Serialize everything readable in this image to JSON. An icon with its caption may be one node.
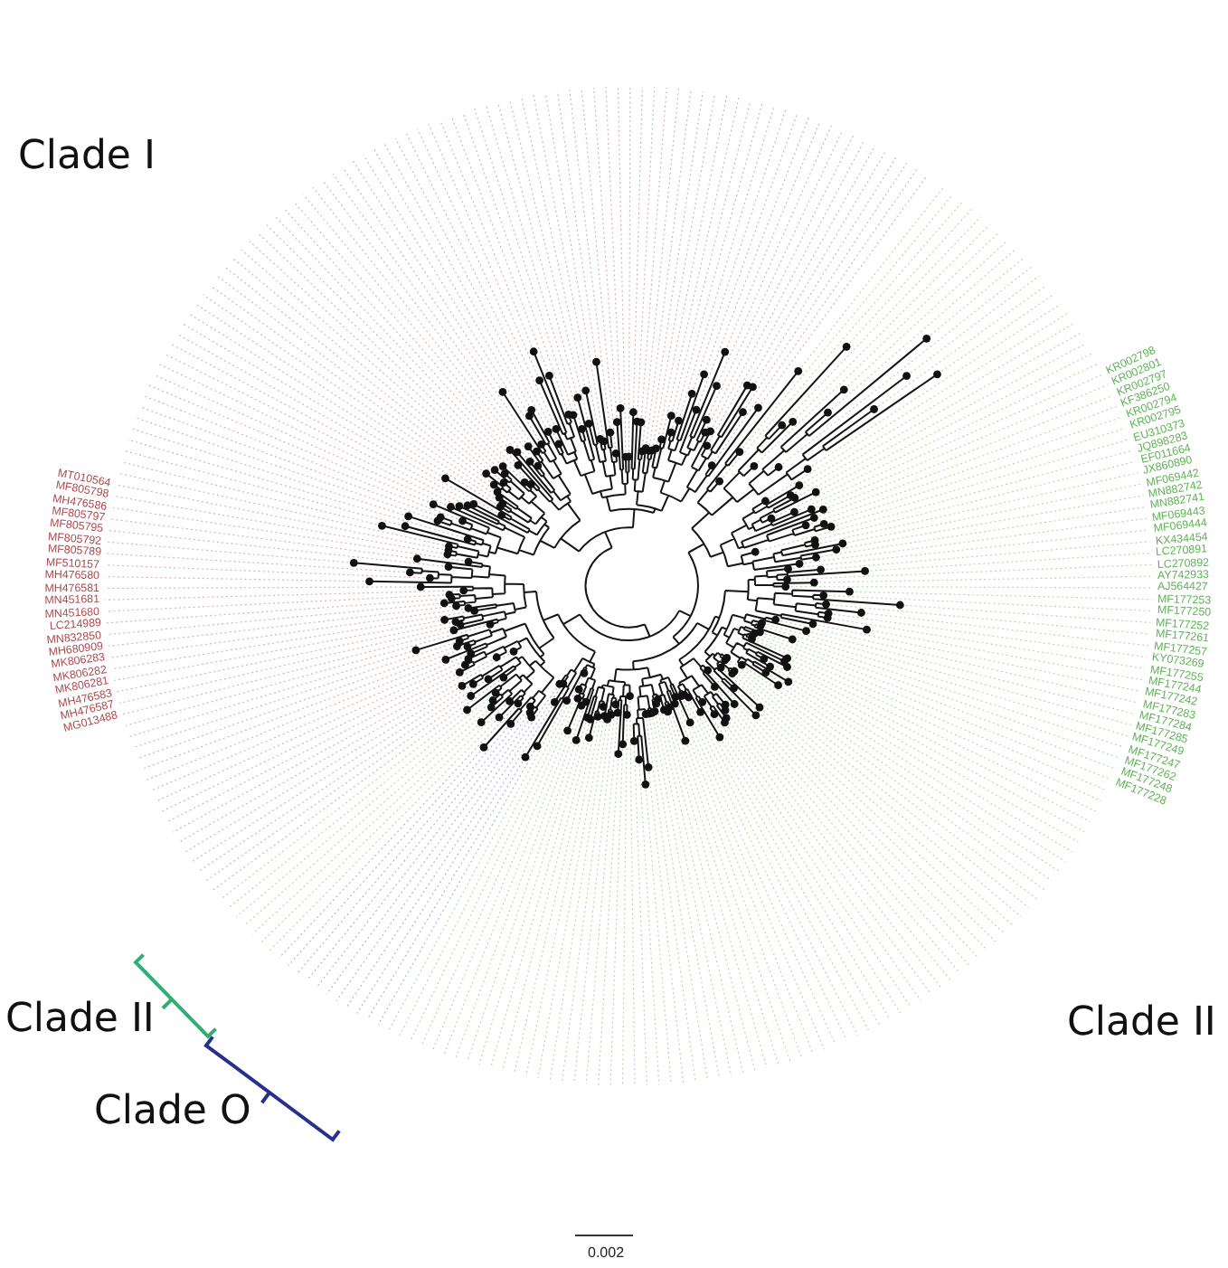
{
  "diagram": {
    "labels": [
      "Clade I",
      "MT010564",
      "MF805798",
      "MH476586",
      "MF805797",
      "MF805795",
      "MF805792",
      "MF805789",
      "MF510157",
      "MH476580",
      "MH476581",
      "MN451681",
      "MN451680",
      "LC214989",
      "MN832850",
      "MH680909",
      "MK806283",
      "MK806282",
      "MK806281",
      "MH476583",
      "MH476587",
      "MG013488",
      "KR002798",
      "KR002801",
      "KR002797",
      "KF386250",
      "KR002794",
      "KR002795",
      "EU310373",
      "JQ898283",
      "EF011664",
      "JX860890",
      "MF069442",
      "MN882742",
      "MN882741",
      "MF069443",
      "MF069444",
      "KX434454",
      "LC270891",
      "LC270892",
      "AY742933",
      "AJ564427",
      "MF177253",
      "MF177250",
      "MF177252",
      "MF177261",
      "MF177257",
      "KY073269",
      "MF177255",
      "MF177244",
      "MF177242",
      "MF177283",
      "MF177284",
      "MF177285",
      "MF177249",
      "MF177247",
      "MF177262",
      "MF177248",
      "MF177228",
      "Clade II",
      "Clade O",
      "Clade II",
      "0.002"
    ]
  }
}
